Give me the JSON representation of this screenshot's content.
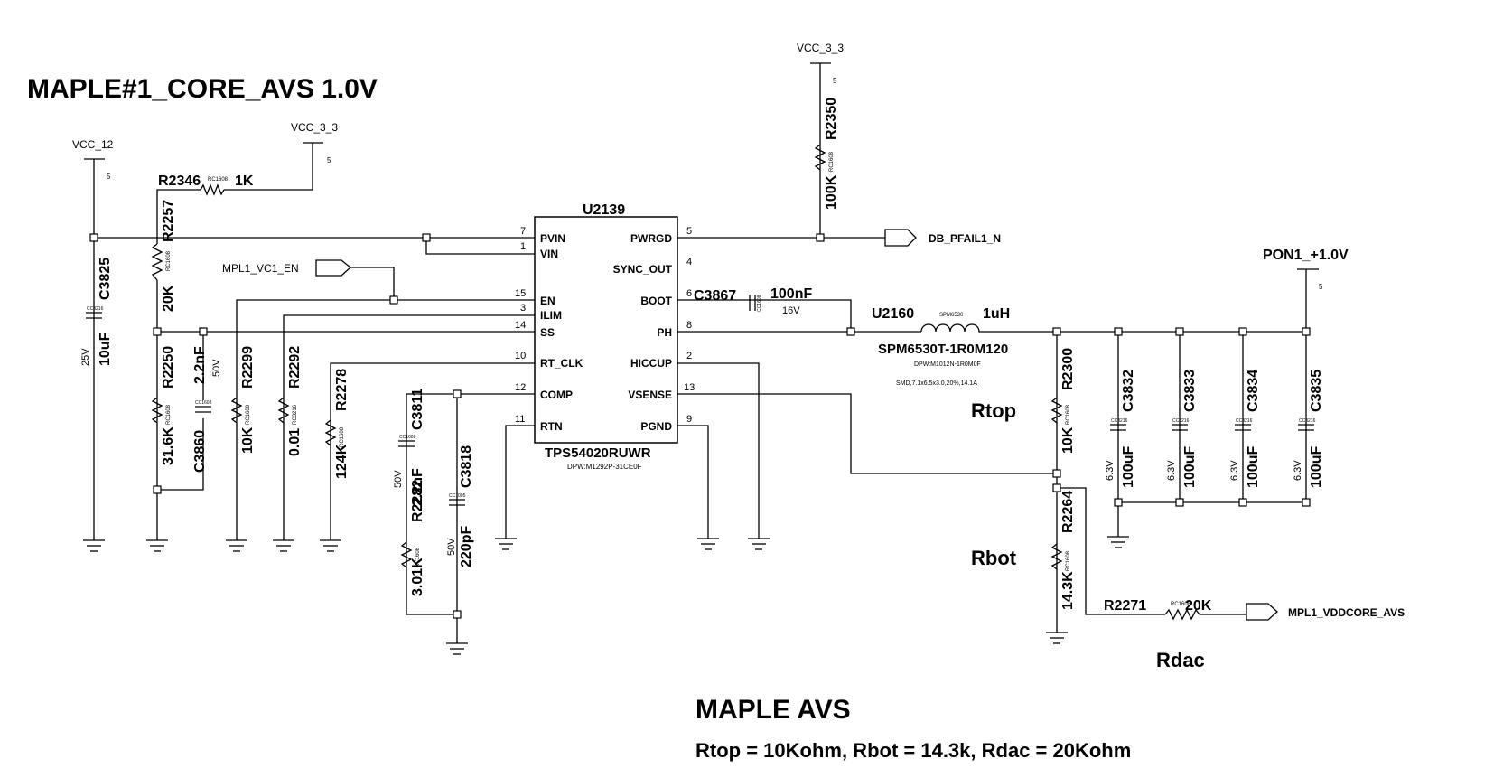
{
  "titles": {
    "main": "MAPLE#1_CORE_AVS 1.0V",
    "avs": "MAPLE AVS",
    "equation": "Rtop = 10Kohm, Rbot = 14.3k, Rdac = 20Kohm"
  },
  "annotations": {
    "rtop": "Rtop",
    "rbot": "Rbot",
    "rdac": "Rdac"
  },
  "power": {
    "vcc12": "VCC_12",
    "vcc33_left": "VCC_3_3",
    "vcc33_top": "VCC_3_3",
    "pon": "PON1_+1.0V",
    "pin_num": "5"
  },
  "nets": {
    "mpl1_vc1_en": "MPL1_VC1_EN",
    "db_pfail1_n": "DB_PFAIL1_N",
    "mpl1_vddcore_avs": "MPL1_VDDCORE_AVS"
  },
  "ic": {
    "ref": "U2139",
    "part": "TPS54020RUWR",
    "dpw": "DPW:M1292P-31CE0F",
    "pins_left": [
      {
        "name": "PVIN",
        "num": "7"
      },
      {
        "name": "VIN",
        "num": "1"
      },
      {
        "name": "EN",
        "num": "15"
      },
      {
        "name": "ILIM",
        "num": "3"
      },
      {
        "name": "SS",
        "num": "14"
      },
      {
        "name": "RT_CLK",
        "num": "10"
      },
      {
        "name": "COMP",
        "num": "12"
      },
      {
        "name": "RTN",
        "num": "11"
      }
    ],
    "pins_right": [
      {
        "name": "PWRGD",
        "num": "5"
      },
      {
        "name": "SYNC_OUT",
        "num": "4"
      },
      {
        "name": "BOOT",
        "num": "6"
      },
      {
        "name": "PH",
        "num": "8"
      },
      {
        "name": "HICCUP",
        "num": "2"
      },
      {
        "name": "VSENSE",
        "num": "13"
      },
      {
        "name": "PGND",
        "num": "9"
      }
    ]
  },
  "inductor": {
    "ref": "U2160",
    "value": "1uH",
    "small": "SPM6530",
    "part": "SPM6530T-1R0M120",
    "dpw": "DPW:M1012N-1R0M0F",
    "spec": "SMD,7.1x6.5x3.0,20%,14.1A"
  },
  "resistors": {
    "r2346": {
      "ref": "R2346",
      "value": "1K",
      "pkg": "RC1608"
    },
    "r2257": {
      "ref": "R2257",
      "value": "20K",
      "pkg": "RC1608"
    },
    "r2250": {
      "ref": "R2250",
      "value": "31.6K",
      "pkg": "RC1608"
    },
    "r2299": {
      "ref": "R2299",
      "value": "10K",
      "pkg": "RC1608"
    },
    "r2292": {
      "ref": "R2292",
      "value": "0.01",
      "pkg": "RC3216"
    },
    "r2278": {
      "ref": "R2278",
      "value": "124K",
      "pkg": "RC1608"
    },
    "r2282": {
      "ref": "R2282",
      "value": "3.01K",
      "pkg": "RC1608"
    },
    "r2350": {
      "ref": "R2350",
      "value": "100K",
      "pkg": "RC1608"
    },
    "r2300": {
      "ref": "R2300",
      "value": "10K",
      "pkg": "RC1608"
    },
    "r2264": {
      "ref": "R2264",
      "value": "14.3K",
      "pkg": "RC1608"
    },
    "r2271": {
      "ref": "R2271",
      "value": "20K",
      "pkg": "RC1608"
    }
  },
  "caps": {
    "c3825": {
      "ref": "C3825",
      "value": "10uF",
      "volt": "25V",
      "pkg": "CC3216"
    },
    "c3860": {
      "ref": "C3860",
      "value": "2.2nF",
      "volt": "50V",
      "pkg": "CC1608"
    },
    "c3867": {
      "ref": "C3867",
      "value": "100nF",
      "volt": "16V",
      "pkg": "CC1608"
    },
    "c3811": {
      "ref": "C3811",
      "value": "2.2nF",
      "volt": "50V",
      "pkg": "CC1608"
    },
    "c3818": {
      "ref": "C3818",
      "value": "220pF",
      "volt": "50V",
      "pkg": "CC1005"
    },
    "c3832": {
      "ref": "C3832",
      "value": "100uF",
      "volt": "6.3V",
      "pkg": "CC3216"
    },
    "c3833": {
      "ref": "C3833",
      "value": "100uF",
      "volt": "6.3V",
      "pkg": "CC3216"
    },
    "c3834": {
      "ref": "C3834",
      "value": "100uF",
      "volt": "6.3V",
      "pkg": "CC3216"
    },
    "c3835": {
      "ref": "C3835",
      "value": "100uF",
      "volt": "6.3V",
      "pkg": "CC3216"
    }
  }
}
